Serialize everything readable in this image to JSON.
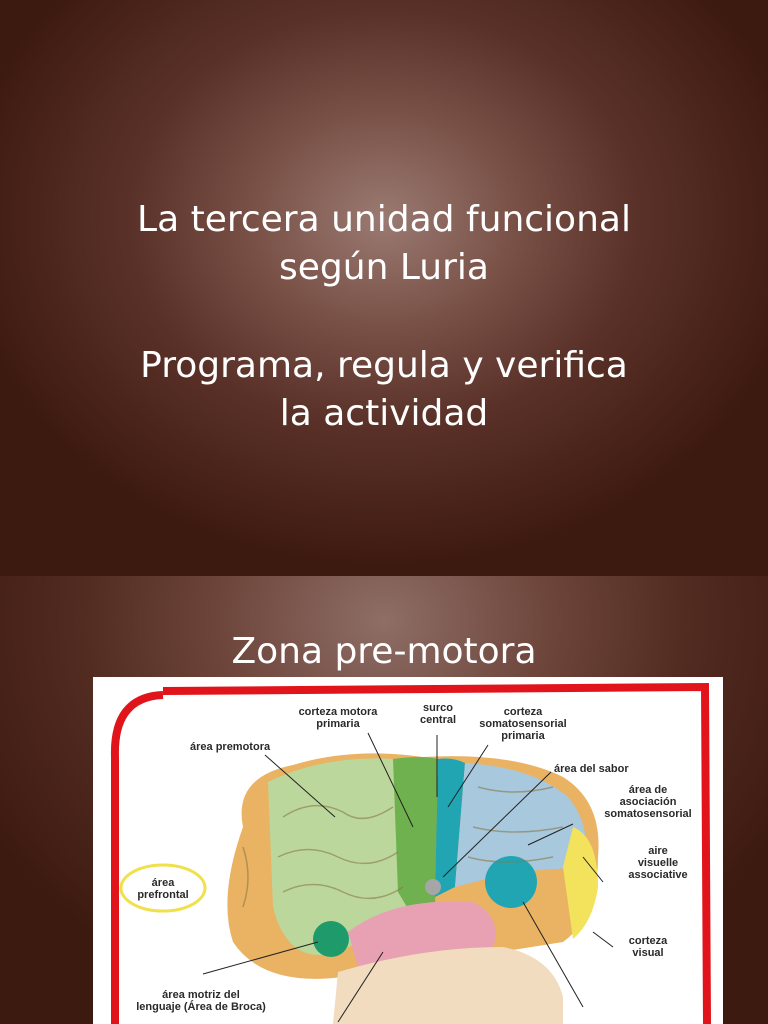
{
  "slide1": {
    "title_line1": "La tercera unidad funcional",
    "title_line2": "según Luria",
    "subtitle_line1": "Programa, regula y verifica",
    "subtitle_line2": "la actividad"
  },
  "slide2": {
    "title": "Zona pre-motora",
    "labels": {
      "motor_1": "corteza motora",
      "motor_2": "primaria",
      "sulcus_1": "surco",
      "sulcus_2": "central",
      "somato_1": "corteza",
      "somato_2": "somatosensorial",
      "somato_3": "primaria",
      "premotor": "área premotora",
      "taste": "área del sabor",
      "assoc_1": "área de",
      "assoc_2": "asociación",
      "assoc_3": "somatosensorial",
      "visual_assoc_1": "aire",
      "visual_assoc_2": "visuelle",
      "visual_assoc_3": "associative",
      "prefrontal_1": "área",
      "prefrontal_2": "prefrontal",
      "visual_1": "corteza",
      "visual_2": "visual",
      "broca_1": "área motriz del",
      "broca_2": "lenguaje (Área de Broca)"
    }
  }
}
